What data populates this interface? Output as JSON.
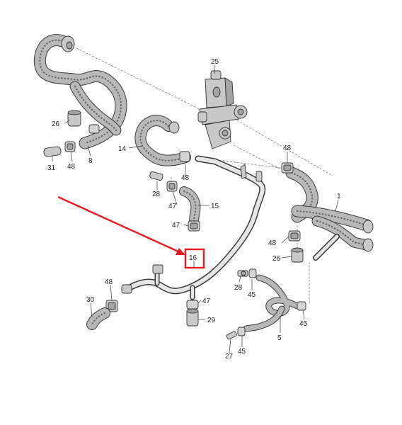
{
  "callouts": {
    "c1": "1",
    "c5": "5",
    "c8": "8",
    "c14": "14",
    "c15": "15",
    "c16": "16",
    "c25": "25",
    "c26a": "26",
    "c26b": "26",
    "c27": "27",
    "c28a": "28",
    "c28b": "28",
    "c29": "29",
    "c30": "30",
    "c31": "31",
    "c45a": "45",
    "c45b": "45",
    "c45c": "45",
    "c47a": "47",
    "c47b": "47",
    "c47c": "47",
    "c48a": "48",
    "c48b": "48",
    "c48c": "48",
    "c48d": "48",
    "c48e": "48"
  },
  "highlight": {
    "target": "16",
    "color": "#e8191f"
  },
  "colors": {
    "hose": "#b8b8b8",
    "outline": "#3a3a3a",
    "pipe": "#e6e6e6"
  }
}
